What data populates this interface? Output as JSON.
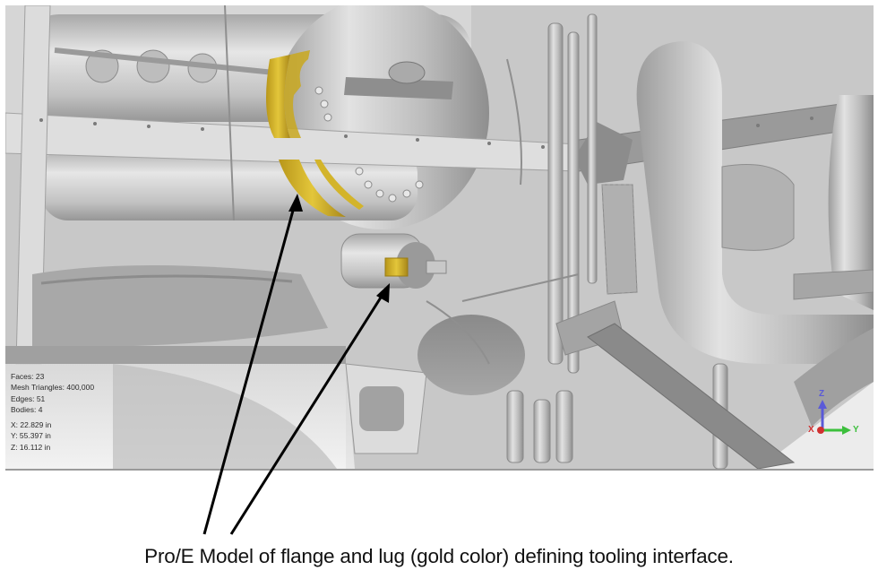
{
  "viewport": {
    "label": "3D model viewport",
    "background": "#c4c4c4",
    "highlight_color": "#c9a81e",
    "highlighted_parts": [
      "flange",
      "lug"
    ]
  },
  "info_panel": {
    "faces": "Faces: 23",
    "mesh_triangles": "Mesh Triangles: 400,000",
    "edges": "Edges: 51",
    "bodies": "Bodies: 4",
    "x": "X: 22.829 in",
    "y": "Y: 55.397 in",
    "z": "Z: 16.112 in"
  },
  "axis_triad": {
    "x_label": "X",
    "y_label": "Y",
    "z_label": "Z",
    "x_color": "#d03030",
    "y_color": "#3cbf3c",
    "z_color": "#5a5ad8"
  },
  "annotations": {
    "arrow_count": 2,
    "arrow_targets": [
      "flange",
      "lug"
    ],
    "arrow_color": "#000000"
  },
  "caption": {
    "text": "Pro/E Model of flange and lug (gold color) defining tooling interface."
  }
}
